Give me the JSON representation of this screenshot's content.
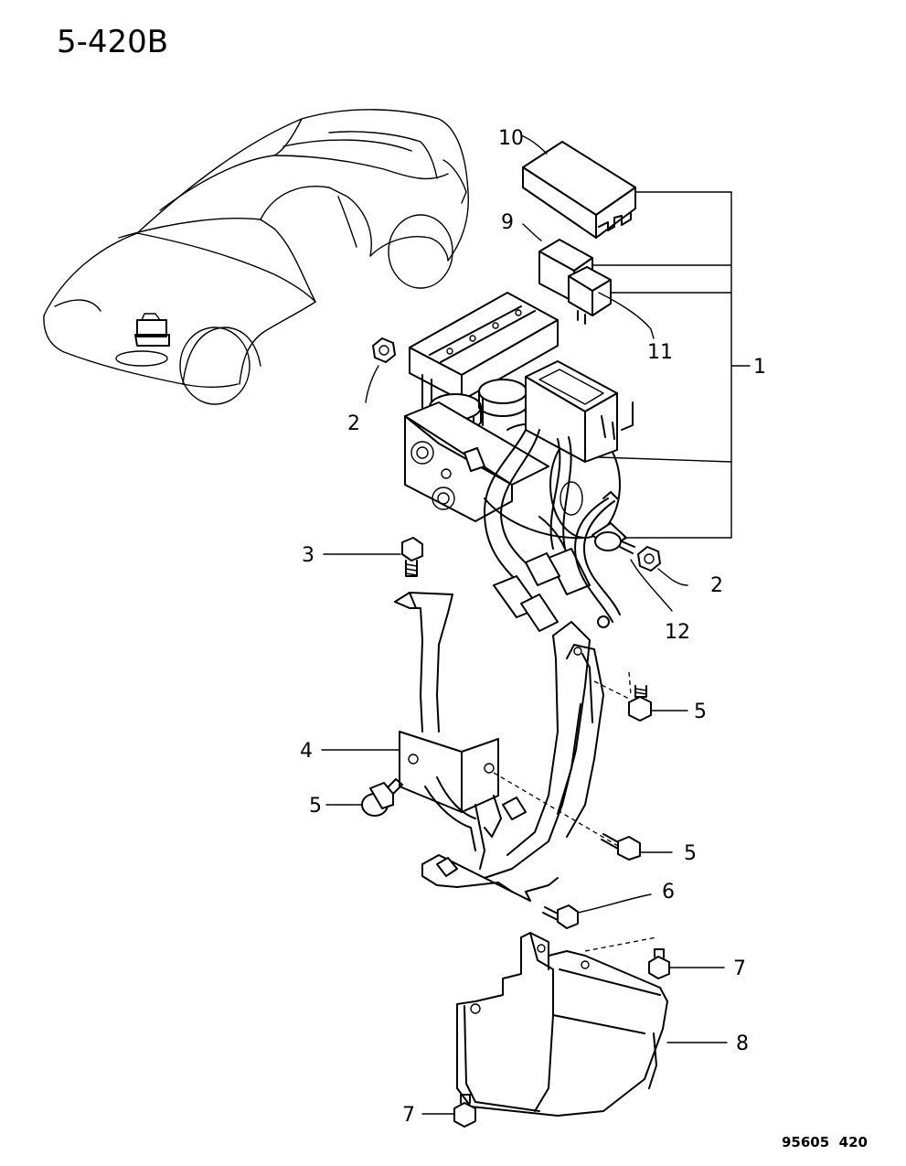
{
  "header": {
    "title": "5-420B"
  },
  "callouts": [
    "1",
    "2",
    "2",
    "3",
    "4",
    "5",
    "5",
    "5",
    "6",
    "7",
    "7",
    "8",
    "9",
    "10",
    "11",
    "12"
  ],
  "footer": {
    "code": "95605  420"
  },
  "colors": {
    "ink": "#000000",
    "paper": "#ffffff"
  }
}
